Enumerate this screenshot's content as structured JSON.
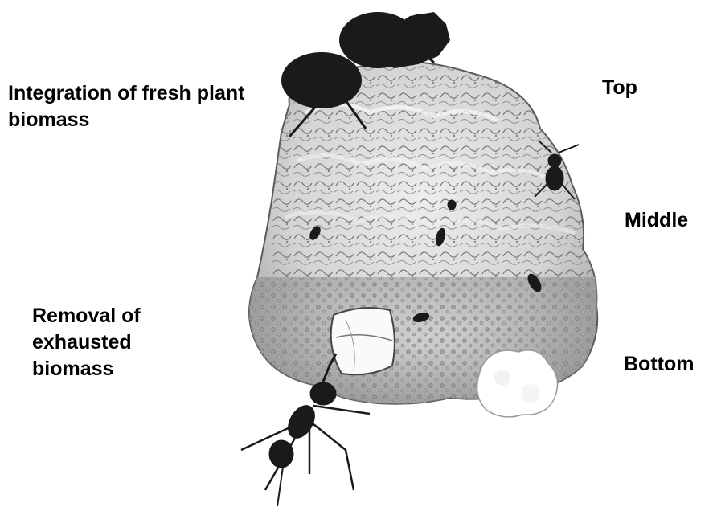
{
  "labels": {
    "integration": "Integration of fresh plant biomass",
    "removal": "Removal of exhausted biomass",
    "top": "Top",
    "middle": "Middle",
    "bottom": "Bottom"
  },
  "colors": {
    "background": "#ffffff",
    "text": "#000000",
    "garden_light": "#e6e6e6",
    "garden_mid": "#bdbdbd",
    "ant_dark": "#1a1a1a"
  },
  "icons": [
    "fungus-garden-illustration",
    "leafcutter-ant-icon",
    "leaf-fragment-icon",
    "fungal-mass-icon"
  ]
}
